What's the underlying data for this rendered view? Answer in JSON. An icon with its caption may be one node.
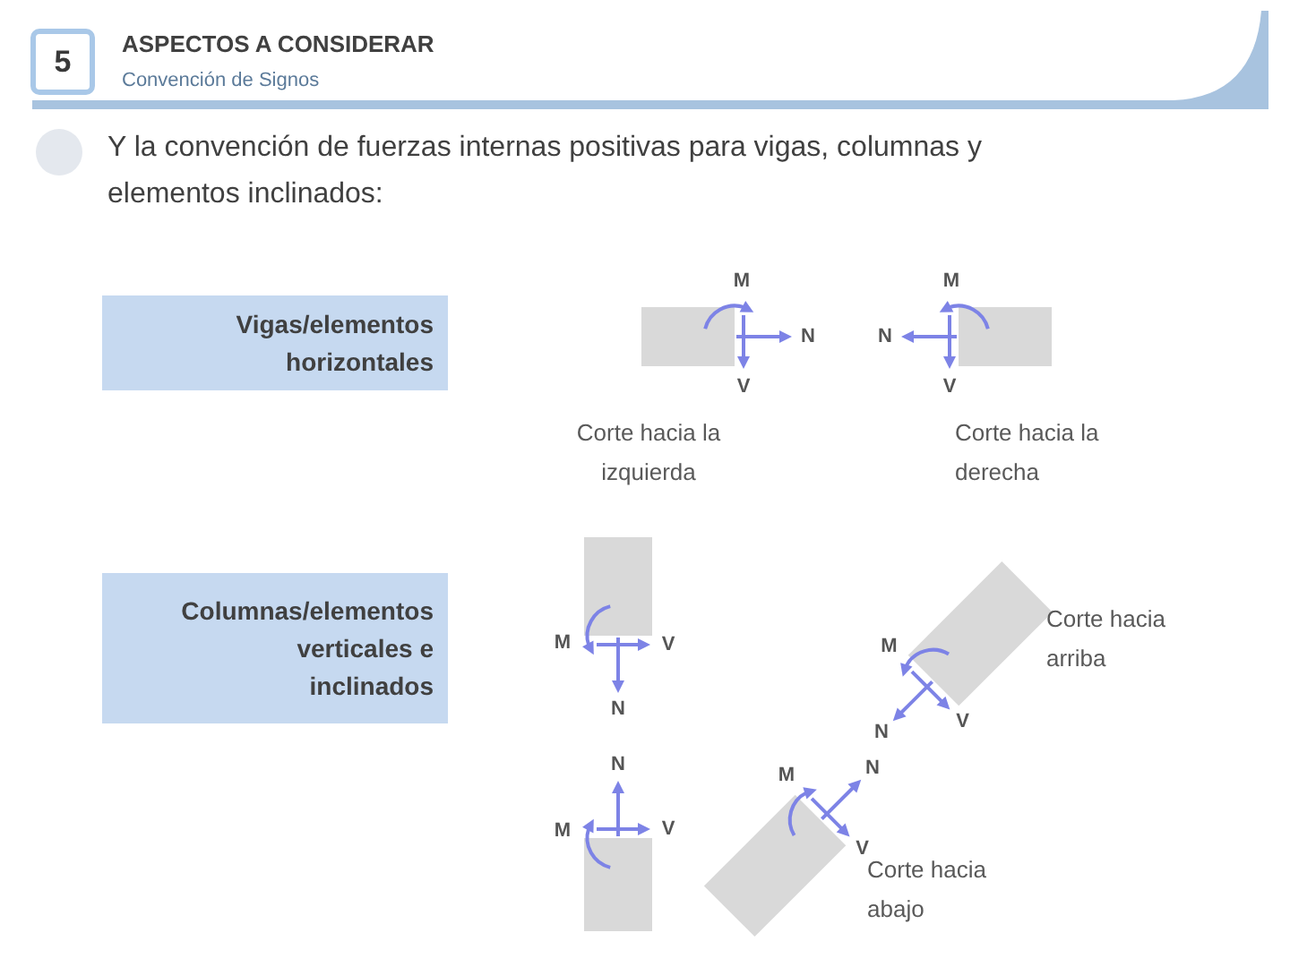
{
  "diagram": {
    "title": "ASPECTOS A CONSIDERAR",
    "nodes": [
      {
        "text": [
          "5"
        ]
      },
      {
        "text": [
          "Vigas/elementos horizontales"
        ]
      },
      {
        "text": [
          "Columnas/elementos verticales e inclinados"
        ]
      }
    ],
    "labels": [
      "Convención de Signos",
      "Y la convención de fuerzas internas positivas para vigas, columnas y elementos inclinados:",
      "M",
      "N",
      "V",
      "M",
      "N",
      "V",
      "Corte hacia la izquierda",
      "Corte hacia la derecha",
      "M",
      "V",
      "N",
      "Corte hacia arriba",
      "M",
      "V",
      "N",
      "N",
      "M",
      "V",
      "M",
      "N",
      "V",
      "Corte hacia abajo"
    ]
  }
}
